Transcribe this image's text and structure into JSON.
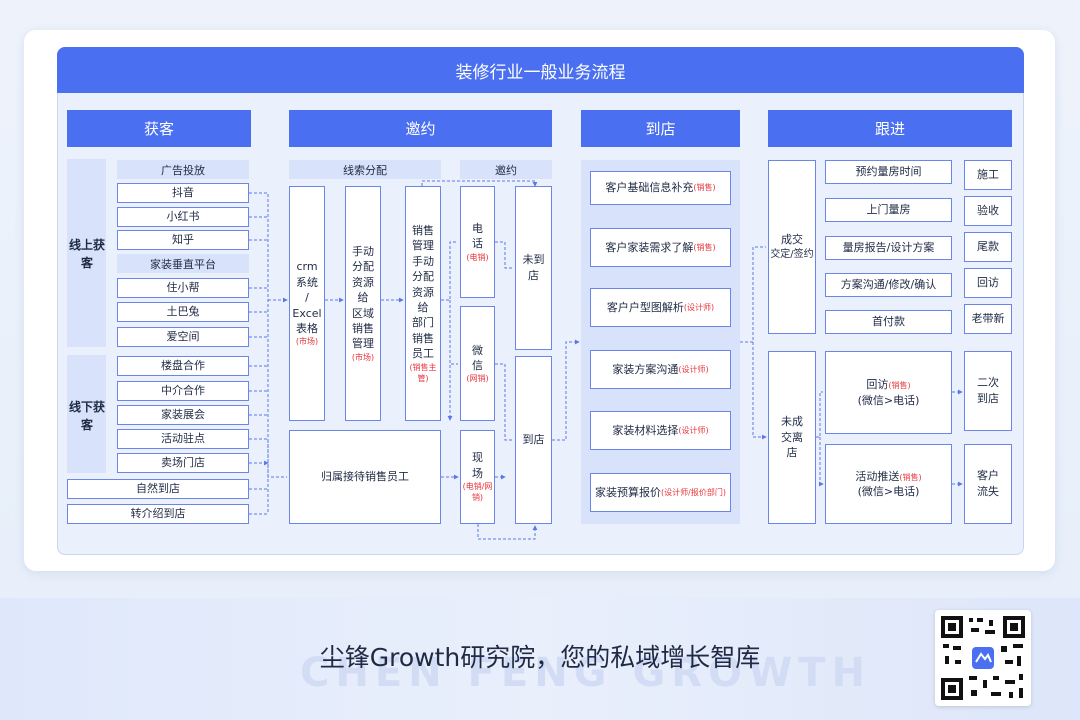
{
  "title": "装修行业一般业务流程",
  "sections": {
    "acquire": "获客",
    "invite": "邀约",
    "store": "到店",
    "follow": "跟进"
  },
  "acquire": {
    "online_label": "线上获客",
    "offline_label": "线下获客",
    "ad_group": "广告投放",
    "ads": [
      "抖音",
      "小红书",
      "知乎"
    ],
    "platform_group": "家装垂直平台",
    "platforms": [
      "住小帮",
      "土巴兔",
      "爱空间"
    ],
    "offline": [
      "楼盘合作",
      "中介合作",
      "家装展会",
      "活动驻点",
      "卖场门店"
    ],
    "natural": "自然到店",
    "referral": "转介绍到店"
  },
  "invite": {
    "lead_group": "线索分配",
    "invite_group": "邀约",
    "crm_lines": [
      "crm",
      "系统",
      "/",
      "Excel",
      "表格"
    ],
    "crm_tag": "(市场)",
    "manual_lines": [
      "手动",
      "分配",
      "资源",
      "给",
      "区域",
      "销售",
      "管理"
    ],
    "manual_tag": "(市场)",
    "sales_lines": [
      "销售",
      "管理",
      "手动",
      "分配",
      "资源",
      "给",
      "部门",
      "销售",
      "员工"
    ],
    "sales_tag": "(销售主管)",
    "reception": "归属接待销售员工",
    "phone": "电话",
    "phone_tag": "(电销)",
    "wechat": "微信",
    "wechat_tag": "(网销)",
    "onsite": "现场",
    "onsite_tag": "(电销/网销)",
    "not_arrived": "未到店",
    "arrived": "到店"
  },
  "store": [
    {
      "label": "客户基础信息补充",
      "tag": "(销售)"
    },
    {
      "label": "客户家装需求了解",
      "tag": "(销售)"
    },
    {
      "label": "客户户型图解析",
      "tag": "(设计师)"
    },
    {
      "label": "家装方案沟通",
      "tag": "(设计师)"
    },
    {
      "label": "家装材料选择",
      "tag": "(设计师)"
    },
    {
      "label": "家装预算报价",
      "tag": "(设计师/报价部门)"
    }
  ],
  "follow": {
    "deal": "成交",
    "deal_sub": "交定/签约",
    "no_deal": "未成交离店",
    "deal_steps": [
      "预约量房时间",
      "上门量房",
      "量房报告/设计方案",
      "方案沟通/修改/确认",
      "首付款"
    ],
    "after": [
      "施工",
      "验收",
      "尾款",
      "回访",
      "老带新"
    ],
    "revisit": "回访",
    "revisit_tag": "(销售)",
    "revisit_sub": "(微信>电话)",
    "promo": "活动推送",
    "promo_tag": "(销售)",
    "promo_sub": "(微信>电话)",
    "second": "二次到店",
    "lost": "客户流失"
  },
  "footer": {
    "slogan": "尘锋Growth研究院，您的私域增长智库",
    "watermark": "CHEN FENG GROWTH"
  },
  "colors": {
    "primary": "#4a6ff0",
    "panel": "#d8e3fb",
    "tag": "#e8343c"
  }
}
